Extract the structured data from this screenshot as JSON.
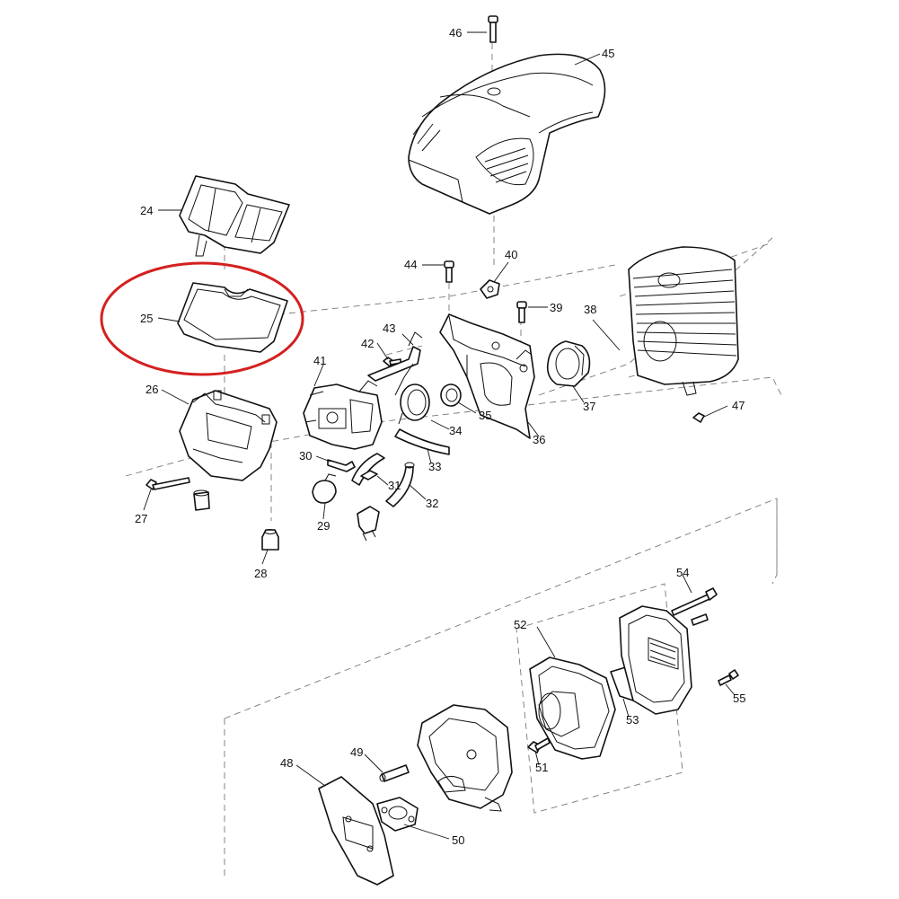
{
  "callouts": {
    "c24": "24",
    "c25": "25",
    "c26": "26",
    "c27": "27",
    "c28": "28",
    "c29": "29",
    "c30": "30",
    "c31": "31",
    "c32": "32",
    "c33": "33",
    "c34": "34",
    "c35": "35",
    "c36": "36",
    "c37": "37",
    "c38": "38",
    "c39": "39",
    "c40": "40",
    "c41": "41",
    "c42": "42",
    "c43": "43",
    "c44": "44",
    "c45": "45",
    "c46": "46",
    "c47": "47",
    "c48": "48",
    "c49": "49",
    "c50": "50",
    "c51": "51",
    "c52": "52",
    "c53": "53",
    "c54": "54",
    "c55": "55"
  },
  "highlight": {
    "part": "25",
    "color": "#d42020"
  },
  "colors": {
    "line": "#111111",
    "dashed_line": "#777777",
    "background": "#ffffff"
  }
}
